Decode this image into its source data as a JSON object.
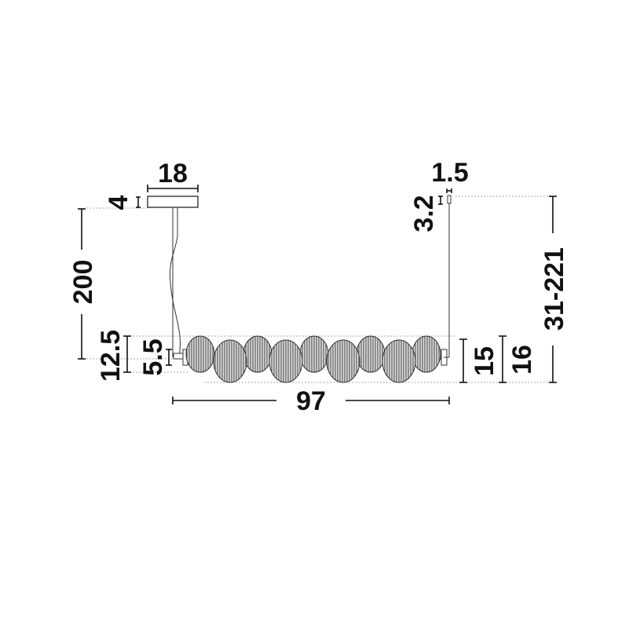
{
  "title": "Pendant lamp dimension drawing",
  "dimensions": {
    "canopy_width": "18",
    "canopy_height": "4",
    "cable_length": "200",
    "body_height_left": "12.5",
    "bracket_height": "5.5",
    "total_width": "97",
    "rod_canopy_width": "1.5",
    "rod_canopy_height": "3.2",
    "body_height_right": "15",
    "body_height_total": "16",
    "height_range": "31-221"
  },
  "orb_count": 9
}
